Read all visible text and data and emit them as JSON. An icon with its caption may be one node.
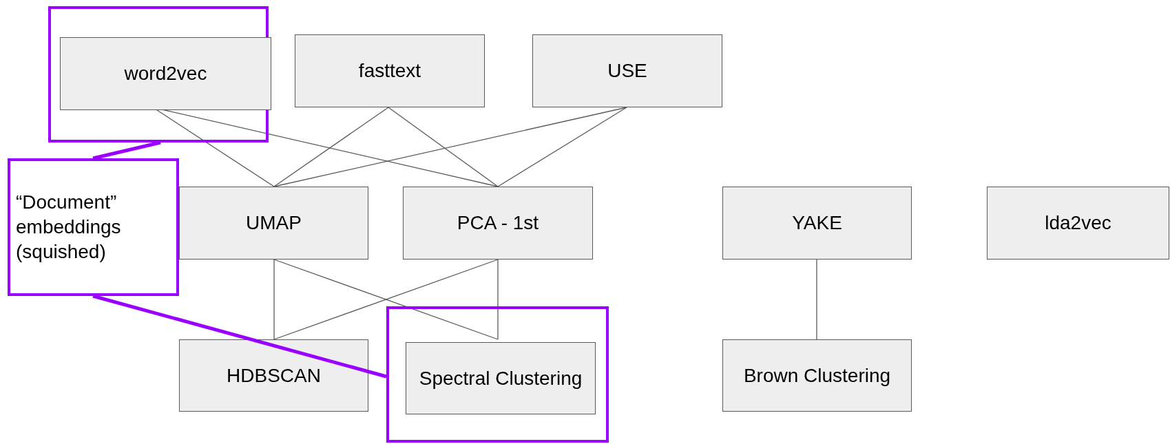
{
  "diagram": {
    "nodes": [
      {
        "text": [],
        "shape": "box"
      },
      {
        "text": [
          "word2vec"
        ],
        "in": 0
      },
      {
        "text": [
          "fasttext"
        ]
      },
      {
        "text": [
          "USE"
        ]
      },
      {
        "text": [
          "“Document” embeddings (squished)"
        ]
      },
      {
        "text": [
          "UMAP"
        ]
      },
      {
        "text": [
          "PCA - 1st"
        ]
      },
      {
        "text": [
          "YAKE"
        ]
      },
      {
        "text": [
          "lda2vec"
        ]
      },
      {
        "text": [
          "HDBSCAN"
        ]
      },
      {
        "text": [],
        "shape": "box"
      },
      {
        "text": [
          "Spectral Clustering"
        ],
        "in": 10
      },
      {
        "text": [
          "Brown Clustering"
        ]
      }
    ],
    "edges": [
      {
        "from": 1,
        "to": 5,
        "arrow": "none"
      },
      {
        "from": 1,
        "to": 6,
        "arrow": "none"
      },
      {
        "from": 2,
        "to": 5,
        "arrow": "none"
      },
      {
        "from": 2,
        "to": 6,
        "arrow": "none"
      },
      {
        "from": 3,
        "to": 5,
        "arrow": "none"
      },
      {
        "from": 3,
        "to": 6,
        "arrow": "none"
      },
      {
        "from": 5,
        "to": 9,
        "arrow": "none"
      },
      {
        "from": 5,
        "to": 11,
        "arrow": "none"
      },
      {
        "from": 6,
        "to": 9,
        "arrow": "none"
      },
      {
        "from": 6,
        "to": 11,
        "arrow": "none"
      },
      {
        "from": 7,
        "to": 12,
        "arrow": "none"
      },
      {
        "from": 4,
        "to": 0,
        "arrow": "none",
        "style": "thick",
        "color": "#9900ff"
      },
      {
        "from": 4,
        "to": 10,
        "arrow": "none",
        "style": "thick",
        "color": "#9900ff"
      }
    ]
  }
}
